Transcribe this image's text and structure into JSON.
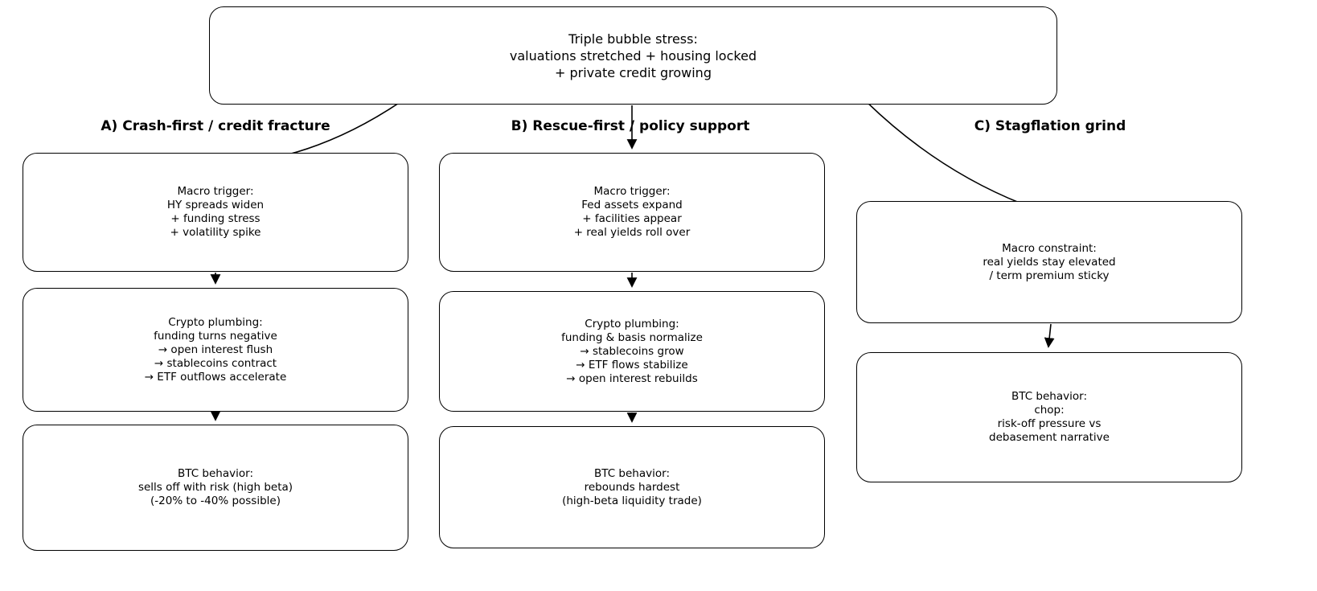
{
  "diagram": {
    "title": "BTC macro scenario flowchart",
    "colors": {
      "stroke": "#000000",
      "background": "#ffffff",
      "text": "#000000"
    },
    "root": {
      "lines": [
        "Triple bubble stress:",
        "valuations stretched + housing locked",
        "+ private credit growing"
      ]
    },
    "columns": [
      {
        "header": "A) Crash-first / credit fracture",
        "boxes": [
          {
            "lines": [
              "Macro trigger:",
              "HY spreads widen",
              "+ funding stress",
              "+ volatility spike"
            ]
          },
          {
            "lines": [
              "Crypto plumbing:",
              "funding turns negative",
              "→ open interest flush",
              "→ stablecoins contract",
              "→ ETF outflows accelerate"
            ]
          },
          {
            "lines": [
              "BTC behavior:",
              "sells off with risk (high beta)",
              "(-20% to -40% possible)"
            ]
          }
        ]
      },
      {
        "header": "B) Rescue-first / policy support",
        "boxes": [
          {
            "lines": [
              "Macro trigger:",
              "Fed assets expand",
              "+ facilities appear",
              "+ real yields roll over"
            ]
          },
          {
            "lines": [
              "Crypto plumbing:",
              "funding & basis normalize",
              "→ stablecoins grow",
              "→ ETF flows stabilize",
              "→ open interest rebuilds"
            ]
          },
          {
            "lines": [
              "BTC behavior:",
              "rebounds hardest",
              "(high-beta liquidity trade)"
            ]
          }
        ]
      },
      {
        "header": "C) Stagflation grind",
        "boxes": [
          {
            "lines": [
              "Macro constraint:",
              "real yields stay elevated",
              "/ term premium sticky"
            ]
          },
          {
            "lines": [
              "BTC behavior:",
              "chop:",
              "risk-off pressure vs",
              "debasement narrative"
            ]
          }
        ]
      }
    ]
  }
}
